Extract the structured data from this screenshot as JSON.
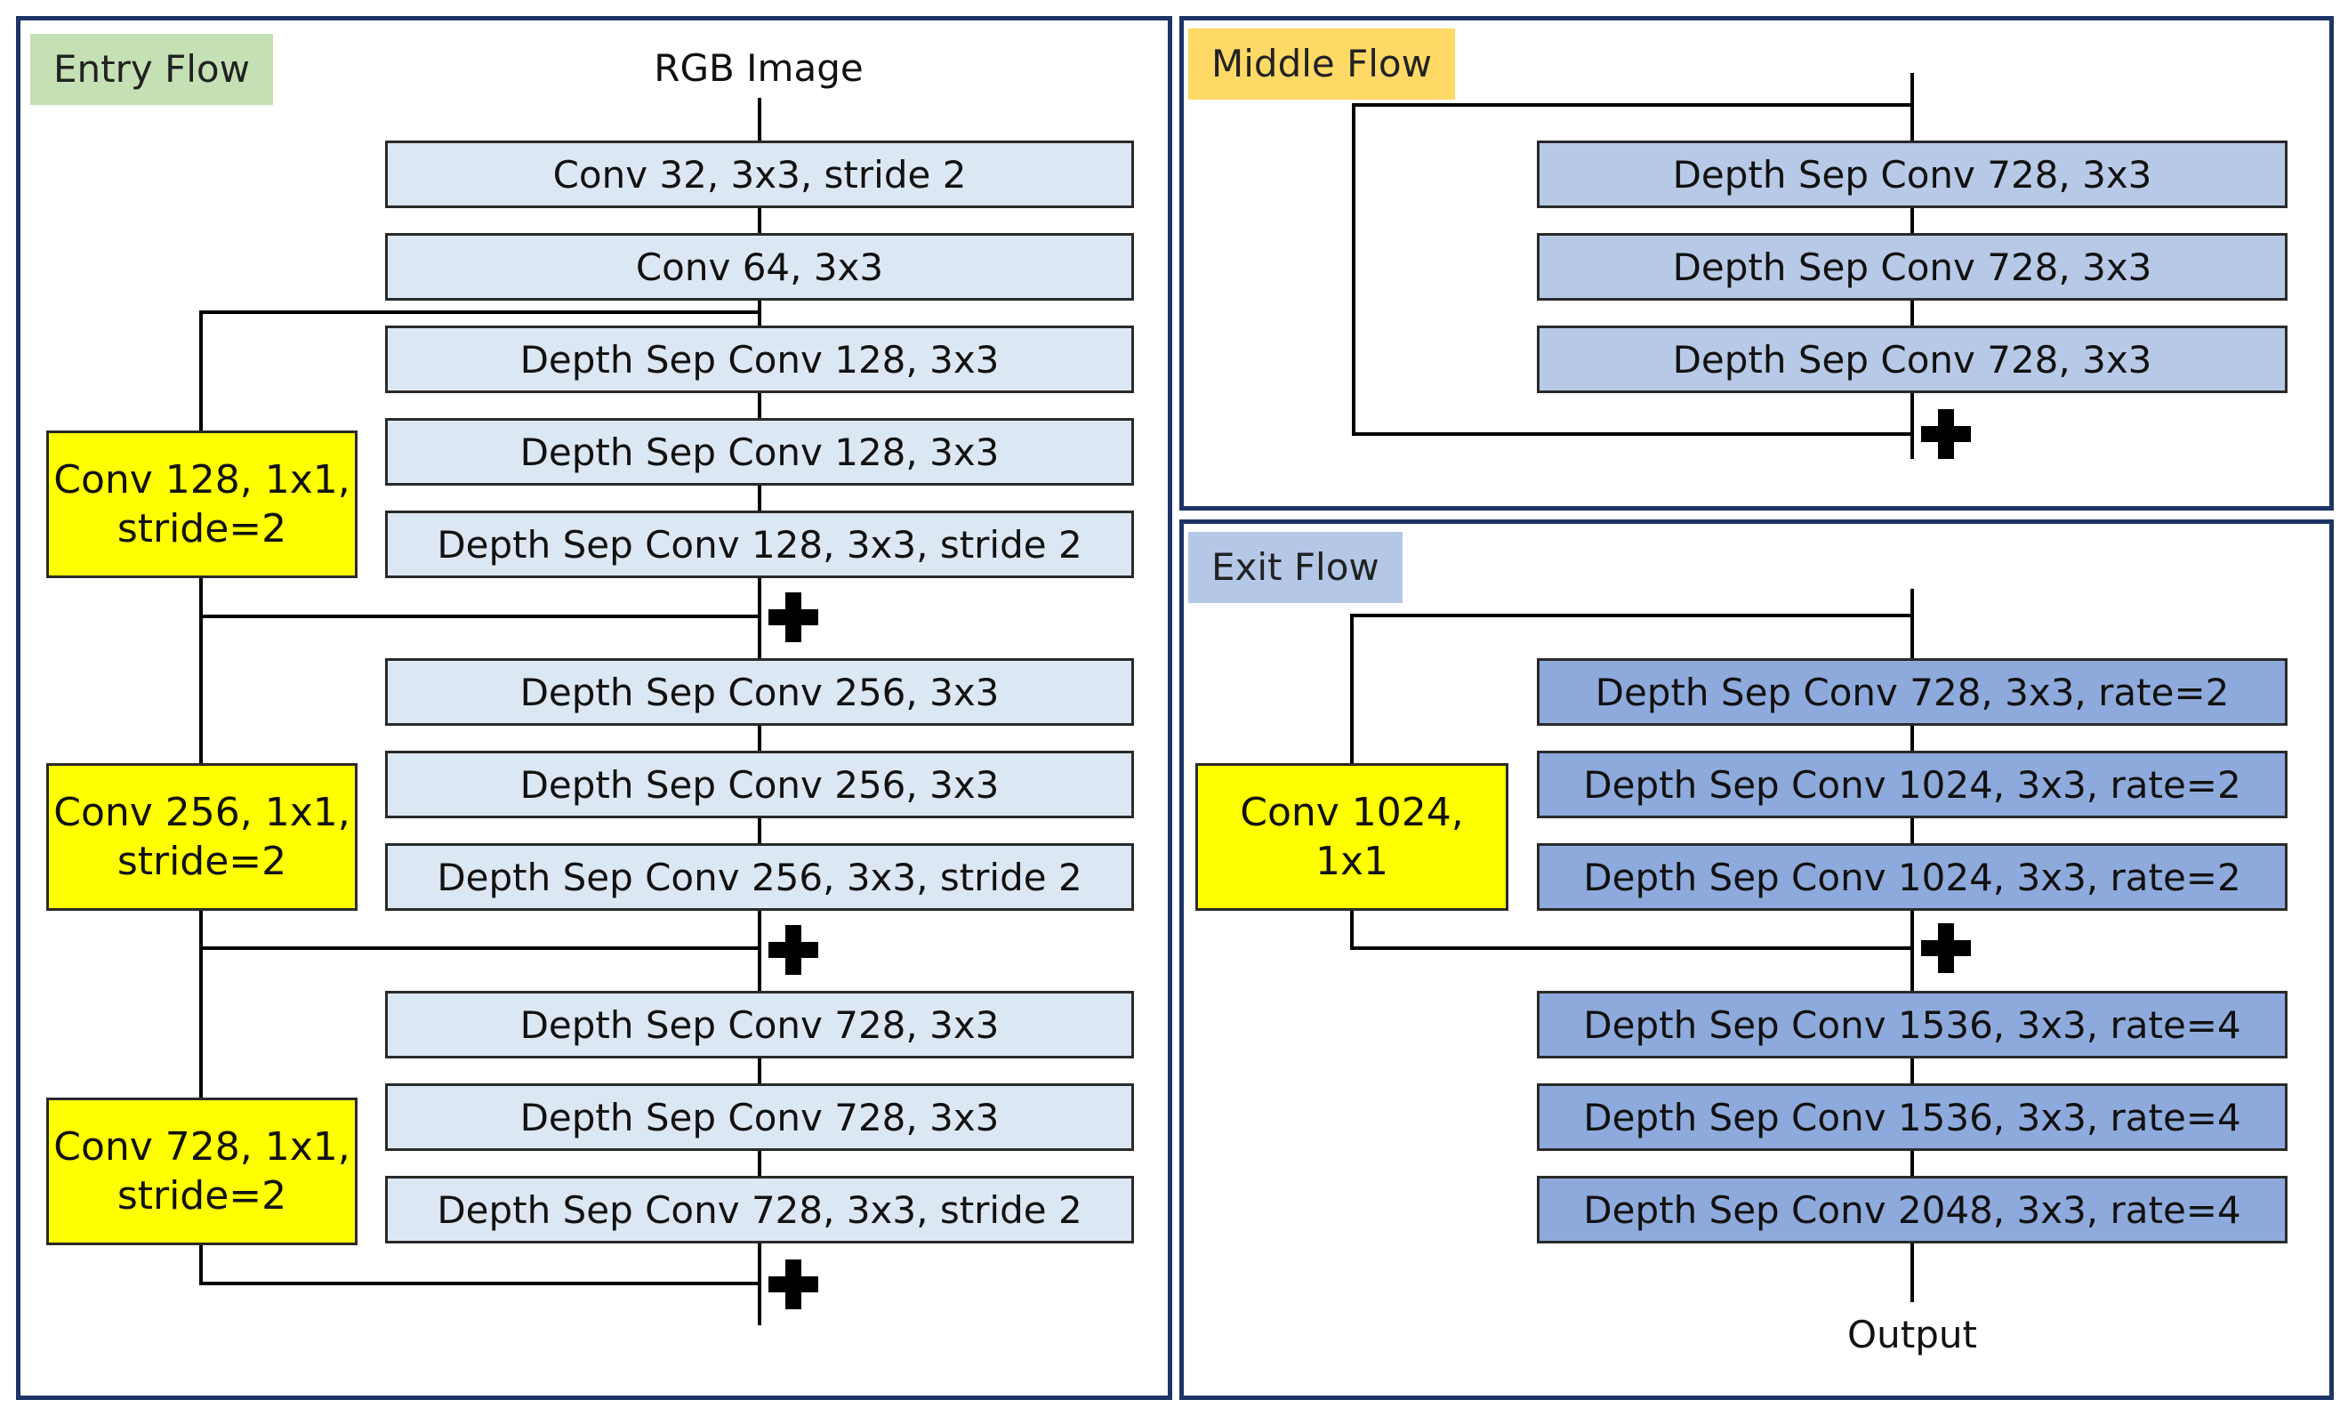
{
  "entry_flow": {
    "title": "Entry Flow",
    "input_label": "RGB Image",
    "blocks": [
      "Conv 32, 3x3, stride 2",
      "Conv 64, 3x3",
      "Depth Sep Conv 128, 3x3",
      "Depth Sep Conv 128, 3x3",
      "Depth Sep Conv 128, 3x3, stride 2",
      "Depth Sep Conv 256, 3x3",
      "Depth Sep Conv 256, 3x3",
      "Depth Sep Conv 256, 3x3, stride 2",
      "Depth Sep Conv 728, 3x3",
      "Depth Sep Conv 728, 3x3",
      "Depth Sep Conv 728, 3x3, stride 2"
    ],
    "skips": [
      "Conv 128, 1x1, stride=2",
      "Conv 256, 1x1, stride=2",
      "Conv 728, 1x1, stride=2"
    ]
  },
  "middle_flow": {
    "title": "Middle Flow",
    "blocks": [
      "Depth Sep Conv 728, 3x3",
      "Depth Sep Conv 728, 3x3",
      "Depth Sep Conv 728, 3x3"
    ]
  },
  "exit_flow": {
    "title": "Exit Flow",
    "blocks": [
      "Depth Sep Conv 728, 3x3, rate=2",
      "Depth Sep Conv 1024, 3x3, rate=2",
      "Depth Sep Conv 1024, 3x3, rate=2",
      "Depth Sep Conv 1536, 3x3, rate=4",
      "Depth Sep Conv 1536, 3x3, rate=4",
      "Depth Sep Conv 2048, 3x3, rate=4"
    ],
    "skip": "Conv 1024, 1x1",
    "output_label": "Output"
  },
  "colors": {
    "panel_border": "#1e3466",
    "entry_tag": "#c5e0b4",
    "middle_tag": "#ffd966",
    "exit_tag": "#b4c7e7",
    "entry_block": "#dce7f4",
    "middle_block": "#b7c9e6",
    "exit_block": "#8eaadc",
    "skip_block": "#ffff00"
  }
}
